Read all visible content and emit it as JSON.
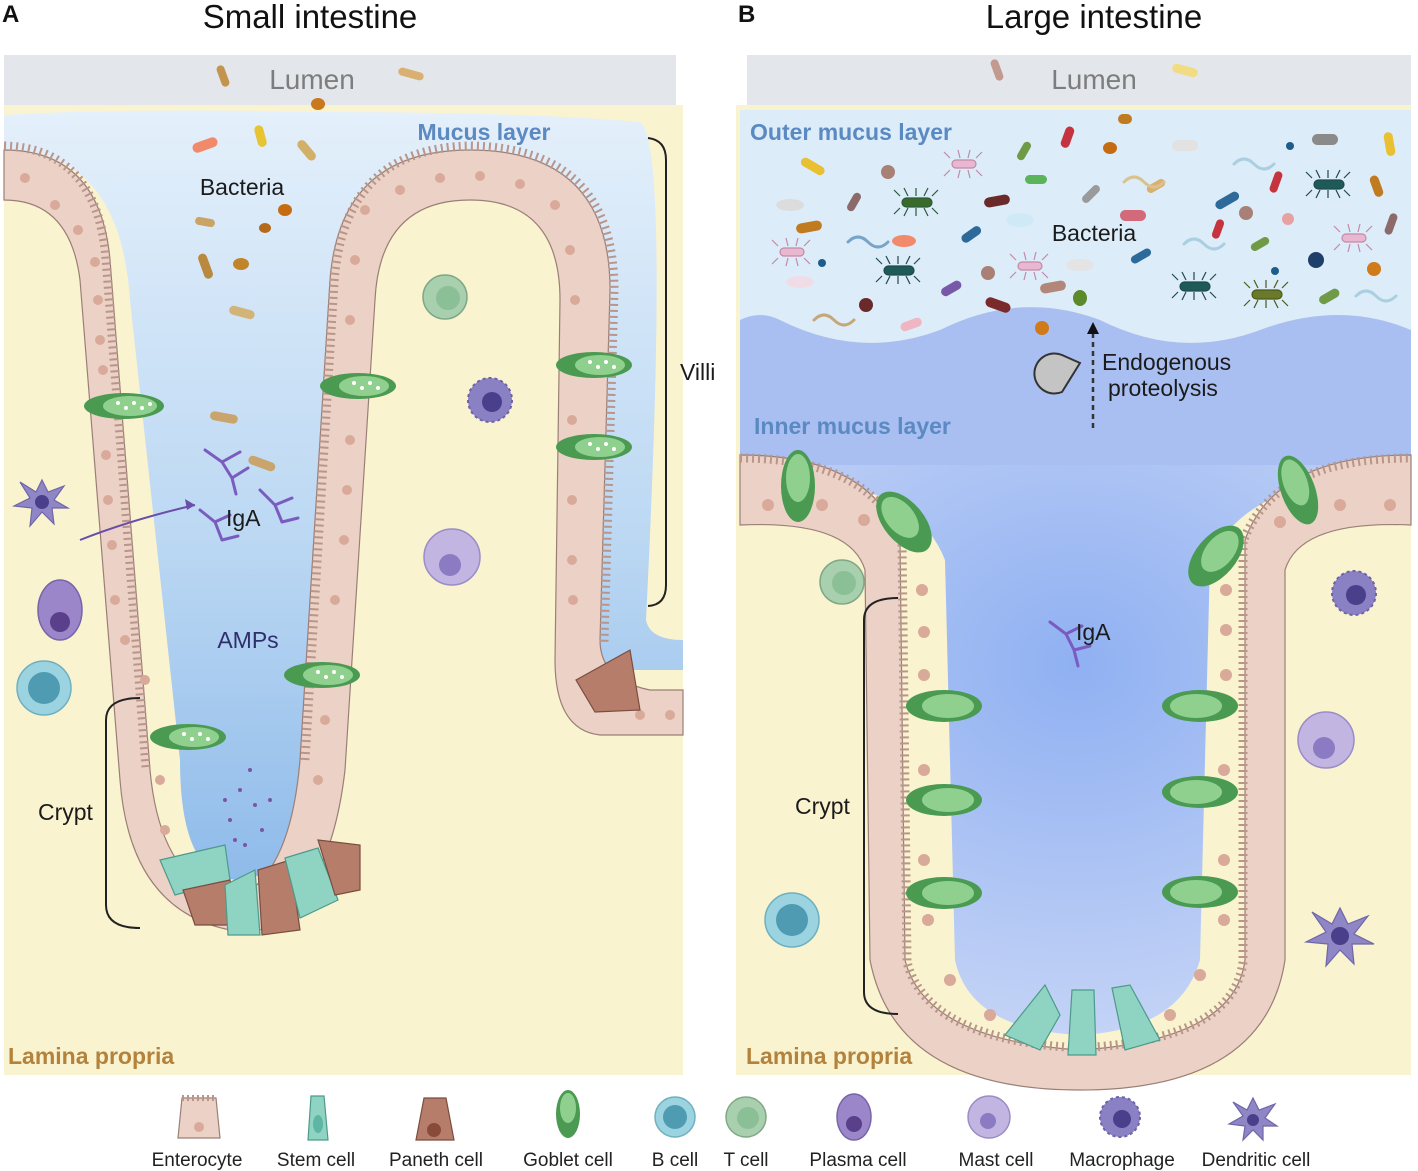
{
  "panels": {
    "A": {
      "letter": "A",
      "title": "Small intestine",
      "lumen": "Lumen",
      "mucus": "Mucus layer",
      "bacteria": "Bacteria",
      "villi": "Villi",
      "iga": "IgA",
      "amps": "AMPs",
      "crypt": "Crypt",
      "lamina": "Lamina propria"
    },
    "B": {
      "letter": "B",
      "title": "Large intestine",
      "lumen": "Lumen",
      "outer_mucus": "Outer mucus layer",
      "bacteria": "Bacteria",
      "proteolysis_line1": "Endogenous",
      "proteolysis_line2": "proteolysis",
      "inner_mucus": "Inner mucus layer",
      "iga": "IgA",
      "crypt": "Crypt",
      "lamina": "Lamina propria"
    }
  },
  "legend": [
    {
      "label": "Enterocyte",
      "icon": "enterocyte-icon"
    },
    {
      "label": "Stem cell",
      "icon": "stem-cell-icon"
    },
    {
      "label": "Paneth cell",
      "icon": "paneth-cell-icon"
    },
    {
      "label": "Goblet cell",
      "icon": "goblet-cell-icon"
    },
    {
      "label": "B cell",
      "icon": "b-cell-icon"
    },
    {
      "label": "T cell",
      "icon": "t-cell-icon"
    },
    {
      "label": "Plasma cell",
      "icon": "plasma-cell-icon"
    },
    {
      "label": "Mast cell",
      "icon": "mast-cell-icon"
    },
    {
      "label": "Macrophage",
      "icon": "macrophage-icon"
    },
    {
      "label": "Dendritic cell",
      "icon": "dendritic-cell-icon"
    }
  ],
  "colors": {
    "lamina": "#faf3cf",
    "lumen_bar": "#e3e6ea",
    "mucus_light": "#dcecf9",
    "mucus_inner": "#9db8f0",
    "enterocyte": "#ecd2c6",
    "goblet": "#5aa65f",
    "stem": "#8fd3c3",
    "paneth": "#b57d6a",
    "b_cell": "#9bd3e0",
    "t_cell": "#a8cfae",
    "plasma": "#9b86c9",
    "mast": "#c2b5e2",
    "macrophage": "#8a80c4",
    "dendritic": "#8f86c6"
  }
}
